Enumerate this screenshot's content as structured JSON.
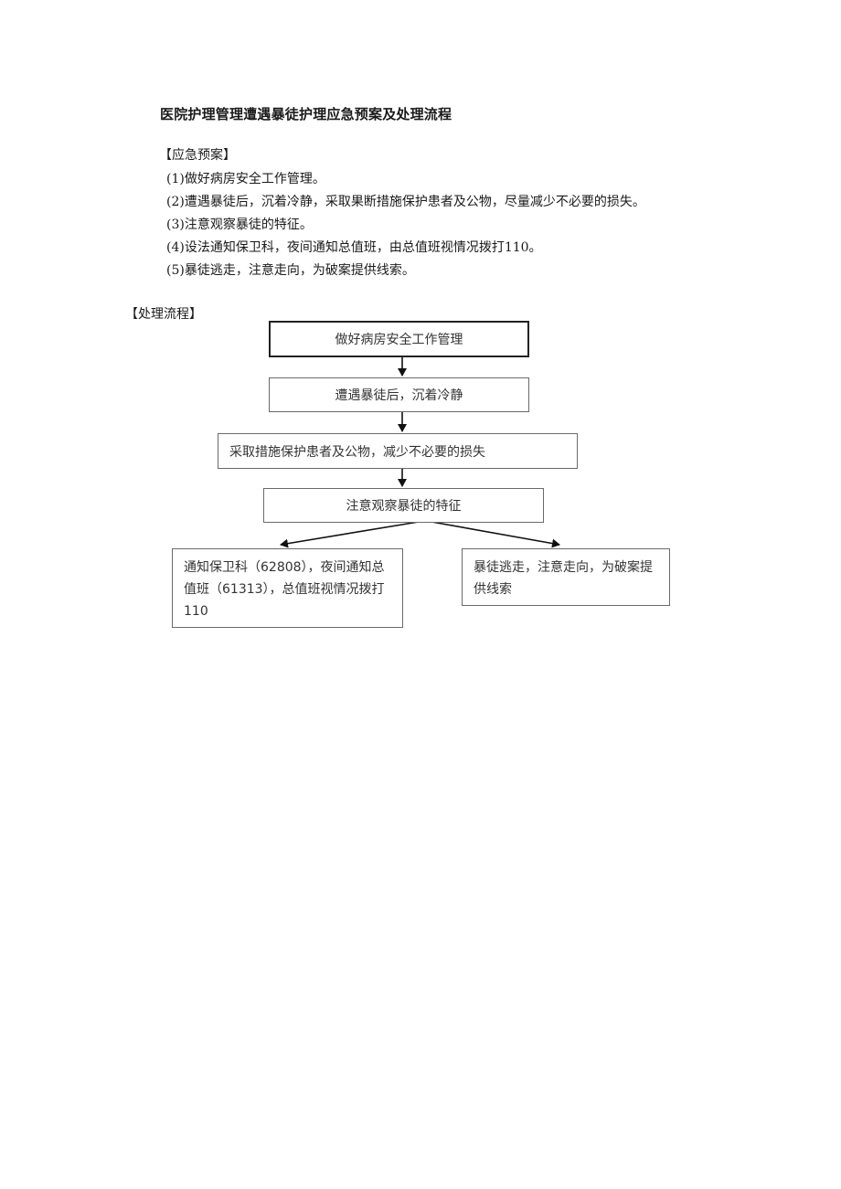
{
  "document": {
    "title": "医院护理管理遭遇暴徒护理应急预案及处理流程",
    "emergency_plan": {
      "heading": "【应急预案】",
      "items": [
        "(1)做好病房安全工作管理。",
        "(2)遭遇暴徒后，沉着冷静，采取果断措施保护患者及公物，尽量减少不必要的损失。",
        "(3)注意观察暴徒的特征。",
        "(4)设法通知保卫科，夜间通知总值班，由总值班视情况拨打110。",
        "(5)暴徒逃走，注意走向，为破案提供线索。"
      ]
    },
    "process_flow": {
      "heading": "【处理流程】",
      "steps": [
        "做好病房安全工作管理",
        "遭遇暴徒后，沉着冷静",
        "采取措施保护患者及公物，减少不必要的损失",
        "注意观察暴徒的特征"
      ],
      "branches": [
        "通知保卫科（62808），夜间通知总值班（61313），总值班视情况拨打 110",
        "暴徒逃走，注意走向，为破案提供线索"
      ]
    }
  }
}
